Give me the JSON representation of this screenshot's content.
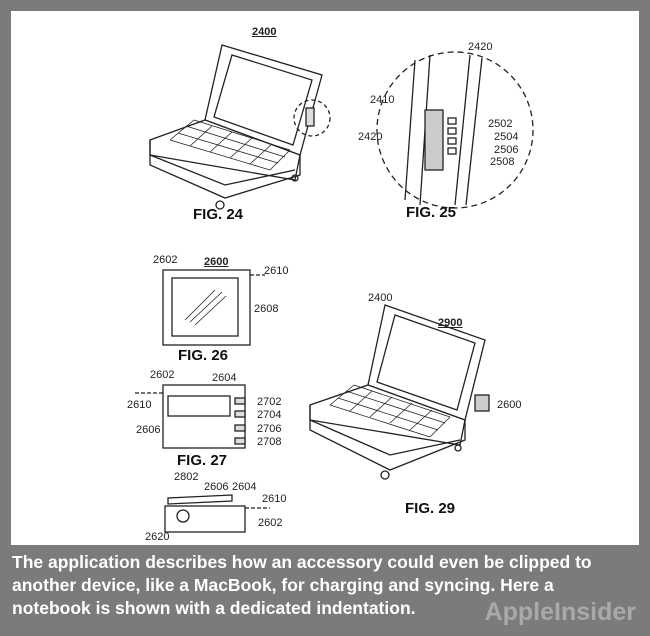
{
  "figures": {
    "fig24": {
      "title": "FIG. 24",
      "ref": "2400",
      "labels": [
        "2410",
        "2420"
      ]
    },
    "fig25": {
      "title": "FIG. 25",
      "labels": [
        "2420",
        "2502",
        "2504",
        "2506",
        "2508"
      ]
    },
    "fig26": {
      "title": "FIG. 26",
      "ref": "2600",
      "labels": [
        "2602",
        "2610",
        "2608"
      ]
    },
    "fig27": {
      "title": "FIG. 27",
      "labels": [
        "2602",
        "2604",
        "2610",
        "2606",
        "2702",
        "2704",
        "2706",
        "2708"
      ]
    },
    "fig28": {
      "labels": [
        "2802",
        "2606",
        "2604",
        "2610",
        "2602",
        "2620"
      ]
    },
    "fig29": {
      "title": "FIG. 29",
      "ref": "2900",
      "labels": [
        "2400",
        "2600"
      ]
    }
  },
  "caption": "The application describes how an accessory could even be clipped to another device, like a MacBook, for charging and syncing. Here a notebook is shown with a dedicated indentation.",
  "watermark": "AppleInsider"
}
